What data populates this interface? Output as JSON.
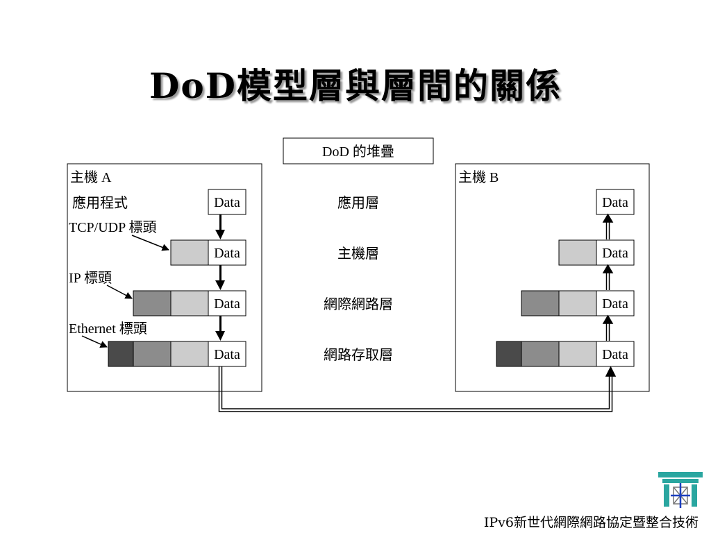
{
  "title": "DoD模型層與層間的關係",
  "stack_label": "DoD 的堆疊",
  "host_a": {
    "label": "主機 A",
    "app_label": "應用程式",
    "tcp_header": "TCP/UDP  標頭",
    "ip_header": "IP  標頭",
    "eth_header": "Ethernet  標頭"
  },
  "host_b": {
    "label": "主機 B"
  },
  "layers": [
    "應用層",
    "主機層",
    "網際網路層",
    "網路存取層"
  ],
  "data_label": "Data",
  "colors": {
    "tcp_header": "#cccccc",
    "ip_header": "#8c8c8c",
    "eth_header": "#4a4a4a"
  },
  "footer": "IPv6新世代網際網路協定暨整合技術"
}
